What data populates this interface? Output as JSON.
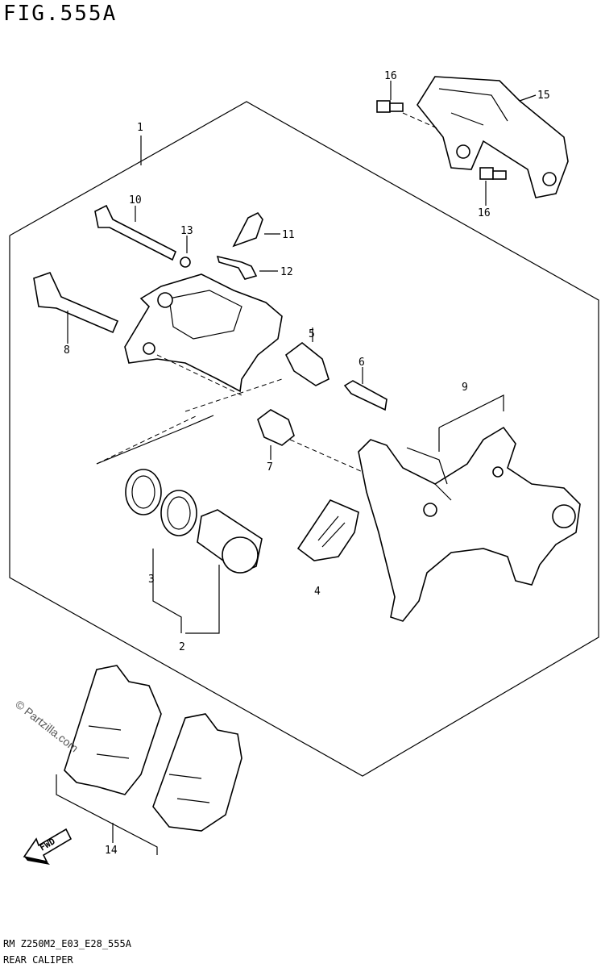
{
  "figure": {
    "title": "FIG.555A"
  },
  "footer": {
    "code": "RM Z250M2_E03_E28_555A",
    "name": "REAR CALIPER"
  },
  "watermark": {
    "text": "© Partzilla.com"
  },
  "direction": {
    "label": "FWD"
  },
  "callouts": [
    "1",
    "2",
    "3",
    "4",
    "5",
    "6",
    "7",
    "8",
    "9",
    "10",
    "11",
    "12",
    "13",
    "14",
    "15",
    "16",
    "16"
  ]
}
